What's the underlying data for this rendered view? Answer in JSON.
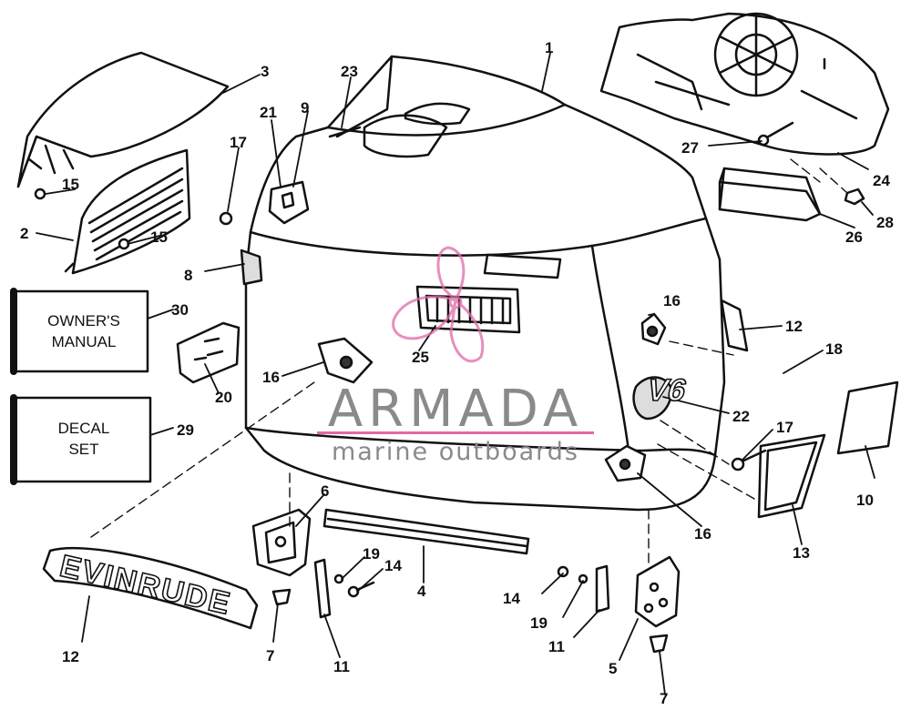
{
  "diagram": {
    "callouts": [
      {
        "id": "c1",
        "text": "1"
      },
      {
        "id": "c2",
        "text": "2"
      },
      {
        "id": "c3",
        "text": "3"
      },
      {
        "id": "c4",
        "text": "4"
      },
      {
        "id": "c5",
        "text": "5"
      },
      {
        "id": "c6",
        "text": "6"
      },
      {
        "id": "c7a",
        "text": "7"
      },
      {
        "id": "c7b",
        "text": "7"
      },
      {
        "id": "c8",
        "text": "8"
      },
      {
        "id": "c9",
        "text": "9"
      },
      {
        "id": "c10",
        "text": "10"
      },
      {
        "id": "c11a",
        "text": "11"
      },
      {
        "id": "c11b",
        "text": "11"
      },
      {
        "id": "c12a",
        "text": "12"
      },
      {
        "id": "c12b",
        "text": "12"
      },
      {
        "id": "c13",
        "text": "13"
      },
      {
        "id": "c14a",
        "text": "14"
      },
      {
        "id": "c14b",
        "text": "14"
      },
      {
        "id": "c15a",
        "text": "15"
      },
      {
        "id": "c15b",
        "text": "15"
      },
      {
        "id": "c16a",
        "text": "16"
      },
      {
        "id": "c16b",
        "text": "16"
      },
      {
        "id": "c16c",
        "text": "16"
      },
      {
        "id": "c17a",
        "text": "17"
      },
      {
        "id": "c17b",
        "text": "17"
      },
      {
        "id": "c18",
        "text": "18"
      },
      {
        "id": "c19a",
        "text": "19"
      },
      {
        "id": "c19b",
        "text": "19"
      },
      {
        "id": "c20",
        "text": "20"
      },
      {
        "id": "c21",
        "text": "21"
      },
      {
        "id": "c22",
        "text": "22"
      },
      {
        "id": "c23",
        "text": "23"
      },
      {
        "id": "c24",
        "text": "24"
      },
      {
        "id": "c25",
        "text": "25"
      },
      {
        "id": "c26",
        "text": "26"
      },
      {
        "id": "c27",
        "text": "27"
      },
      {
        "id": "c28",
        "text": "28"
      },
      {
        "id": "c29",
        "text": "29"
      },
      {
        "id": "c30",
        "text": "30"
      }
    ],
    "owners_manual": {
      "line1": "OWNER'S",
      "line2": "MANUAL"
    },
    "decal_set": {
      "line1": "DECAL",
      "line2": "SET"
    },
    "evinrude_decal": "EVINRUDE",
    "v6_decal": "V6"
  },
  "watermark": {
    "brand": "ARMADA",
    "tagline": "marine outboards",
    "brand_color": "#8a8a8a",
    "accent_color": "#e06aa8"
  }
}
